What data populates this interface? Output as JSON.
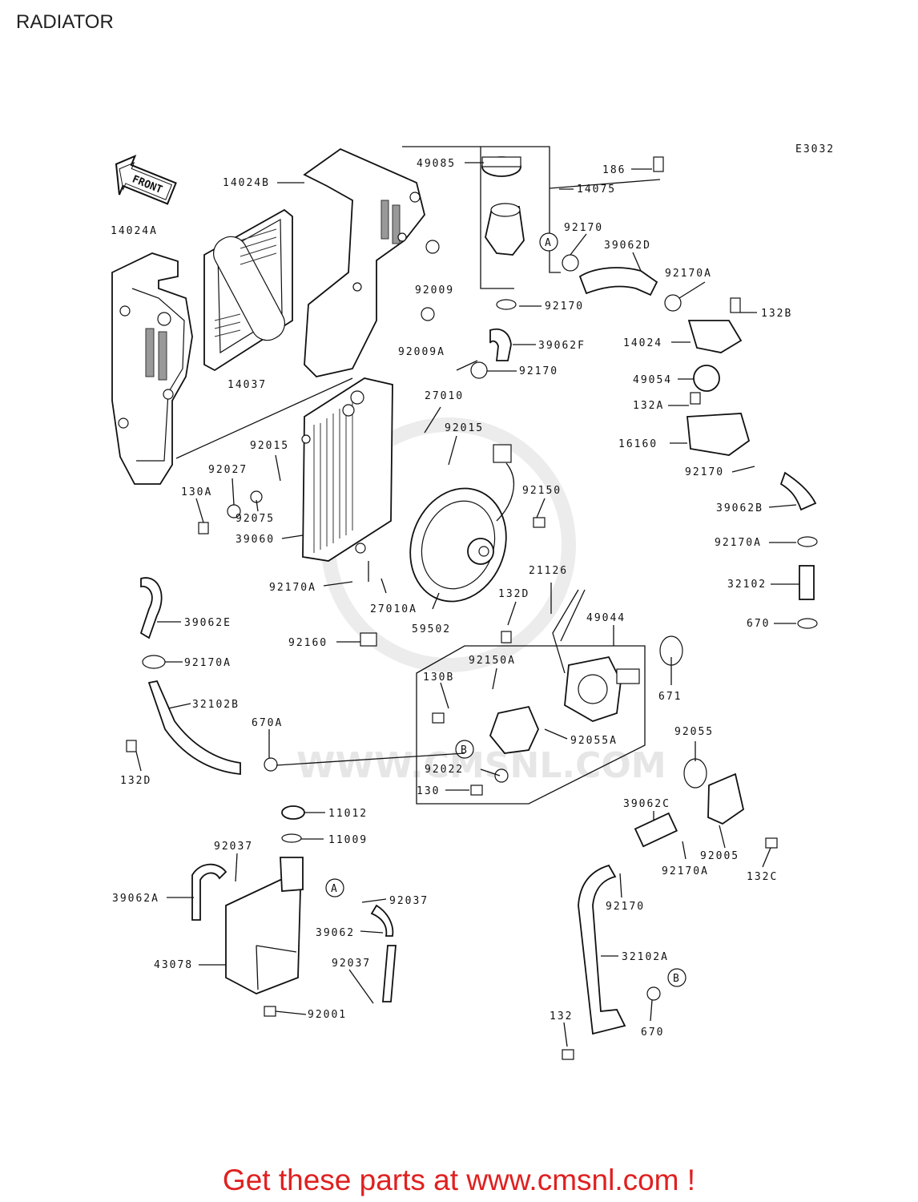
{
  "page": {
    "title": "RADIATOR",
    "diagram_code": "E3032",
    "front_arrow": "FRONT",
    "watermark": "WWW.CMSNL.COM",
    "footer": "Get these parts at www.cmsnl.com !",
    "colors": {
      "footer": "#e02020",
      "line": "#111111",
      "watermark": "#e6e6e6"
    }
  },
  "callouts": {
    "ref_a": "A",
    "ref_b": "B"
  },
  "parts": {
    "p14024B": "14024B",
    "p14024A": "14024A",
    "p49085": "49085",
    "p186": "186",
    "p14075": "14075",
    "p92170_top": "92170",
    "p39062D": "39062D",
    "p92009": "92009",
    "p92170A_top": "92170A",
    "p92170_mid": "92170",
    "p132B": "132B",
    "p14024": "14024",
    "p39062F": "39062F",
    "p92009A": "92009A",
    "p92170_b": "92170",
    "p14037": "14037",
    "p27010": "27010",
    "p49054": "49054",
    "p132A": "132A",
    "p92015_r": "92015",
    "p92015_l": "92015",
    "p16160": "16160",
    "p92027": "92027",
    "p92170_c": "92170",
    "p130A": "130A",
    "p92150": "92150",
    "p39062B": "39062B",
    "p92075": "92075",
    "p92170A_r": "92170A",
    "p39060": "39060",
    "p21126": "21126",
    "p92170A_l": "92170A",
    "p132D_mid": "132D",
    "p32102": "32102",
    "p27010A": "27010A",
    "p49044": "49044",
    "p39062E": "39062E",
    "p59502": "59502",
    "p670": "670",
    "p92160": "92160",
    "p92170A_e": "92170A",
    "p92150A": "92150A",
    "p130B": "130B",
    "p671": "671",
    "p32102B": "32102B",
    "p670A": "670A",
    "p92055A": "92055A",
    "p92055": "92055",
    "p132D_l": "132D",
    "p92022": "92022",
    "p130": "130",
    "p11012": "11012",
    "p39062C": "39062C",
    "p11009": "11009",
    "p92005": "92005",
    "p92037_a": "92037",
    "p92170A_c": "92170A",
    "p132C": "132C",
    "p39062A": "39062A",
    "p92037_b": "92037",
    "p92170_d": "92170",
    "p39062": "39062",
    "p43078": "43078",
    "p92037_c": "92037",
    "p32102A": "32102A",
    "p92001": "92001",
    "p132": "132",
    "p670_b": "670"
  }
}
